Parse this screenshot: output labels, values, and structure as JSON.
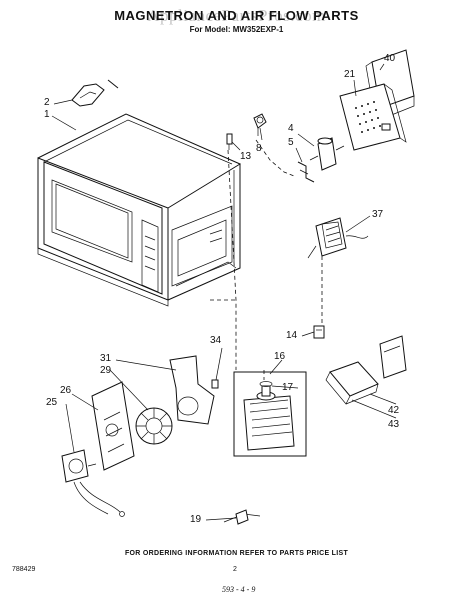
{
  "header": {
    "title": "MAGNETRON AND AIR FLOW PARTS",
    "subtitle": "For Model: MW352EXP-1",
    "watermark": "AppliancePartsPros.com"
  },
  "footer": {
    "ordering_note": "FOR ORDERING INFORMATION REFER TO PARTS PRICE LIST",
    "code": "788429",
    "page_number": "2",
    "stamp": "593 - 4 - 9"
  },
  "callouts": [
    "1",
    "2",
    "4",
    "5",
    "8",
    "13",
    "14",
    "16",
    "17",
    "19",
    "21",
    "25",
    "26",
    "29",
    "31",
    "34",
    "37",
    "40",
    "42",
    "43"
  ]
}
